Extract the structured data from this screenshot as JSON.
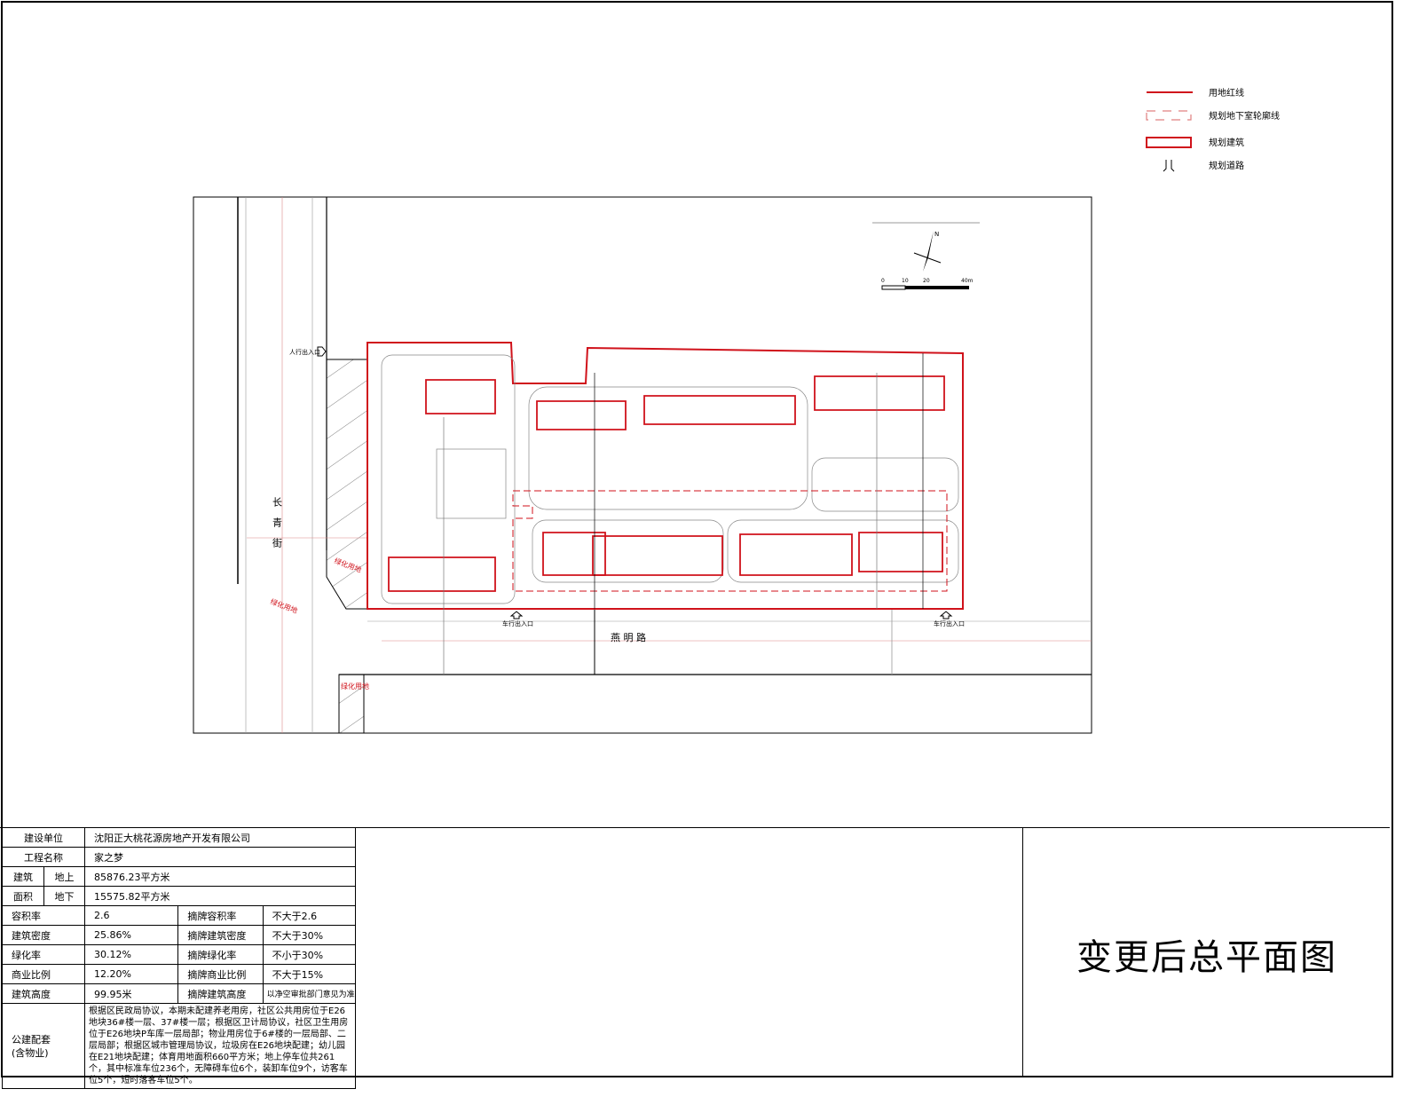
{
  "legend": [
    {
      "label": "用地红线",
      "icon": "solid-red-line"
    },
    {
      "label": "规划地下室轮廓线",
      "icon": "dashed-red-rect"
    },
    {
      "label": "规划建筑",
      "icon": "red-rect"
    },
    {
      "label": "规划道路",
      "icon": "road-curb"
    }
  ],
  "plan": {
    "road_west": "长青街",
    "road_south": "燕 明 路",
    "pedestrian_entrance": "人行出入口",
    "vehicle_entrance_1": "车行出入口",
    "vehicle_entrance_2": "车行出入口",
    "green_land_1": "绿化用地",
    "green_land_2": "绿化用地",
    "green_land_3": "绿化用地",
    "scale": [
      "0",
      "10",
      "20",
      "40m"
    ],
    "north": "N"
  },
  "title_block": {
    "title": "变更后总平面图",
    "rows": {
      "client_label": "建设单位",
      "client": "沈阳正大桃花源房地产开发有限公司",
      "project_label": "工程名称",
      "project": "家之梦",
      "area_label_1": "建筑",
      "area_label_2": "面积",
      "above_label": "地上",
      "above": "85876.23平方米",
      "below_label": "地下",
      "below": "15575.82平方米"
    },
    "indicators": [
      {
        "label": "容积率",
        "value": "2.6",
        "req_label": "摘牌容积率",
        "req": "不大于2.6"
      },
      {
        "label": "建筑密度",
        "value": "25.86%",
        "req_label": "摘牌建筑密度",
        "req": "不大于30%"
      },
      {
        "label": "绿化率",
        "value": "30.12%",
        "req_label": "摘牌绿化率",
        "req": "不小于30%"
      },
      {
        "label": "商业比例",
        "value": "12.20%",
        "req_label": "摘牌商业比例",
        "req": "不大于15%"
      },
      {
        "label": "建筑高度",
        "value": "99.95米",
        "req_label": "摘牌建筑高度",
        "req": "以净空审批部门意见为准"
      }
    ],
    "public_label_1": "公建配套",
    "public_label_2": "(含物业)",
    "public_note": "根据区民政局协议，本期未配建养老用房，社区公共用房位于E26地块36#楼一层、37#楼一层；根据区卫计局协议，社区卫生用房位于E26地块P车库一层局部；物业用房位于6#楼的一层局部、二层局部；根据区城市管理局协议，垃圾房在E26地块配建；幼儿园在E21地块配建；体育用地面积660平方米；地上停车位共261个，其中标准车位236个，无障碍车位6个，装卸车位9个，访客车位5个，短时落客车位5个。"
  }
}
